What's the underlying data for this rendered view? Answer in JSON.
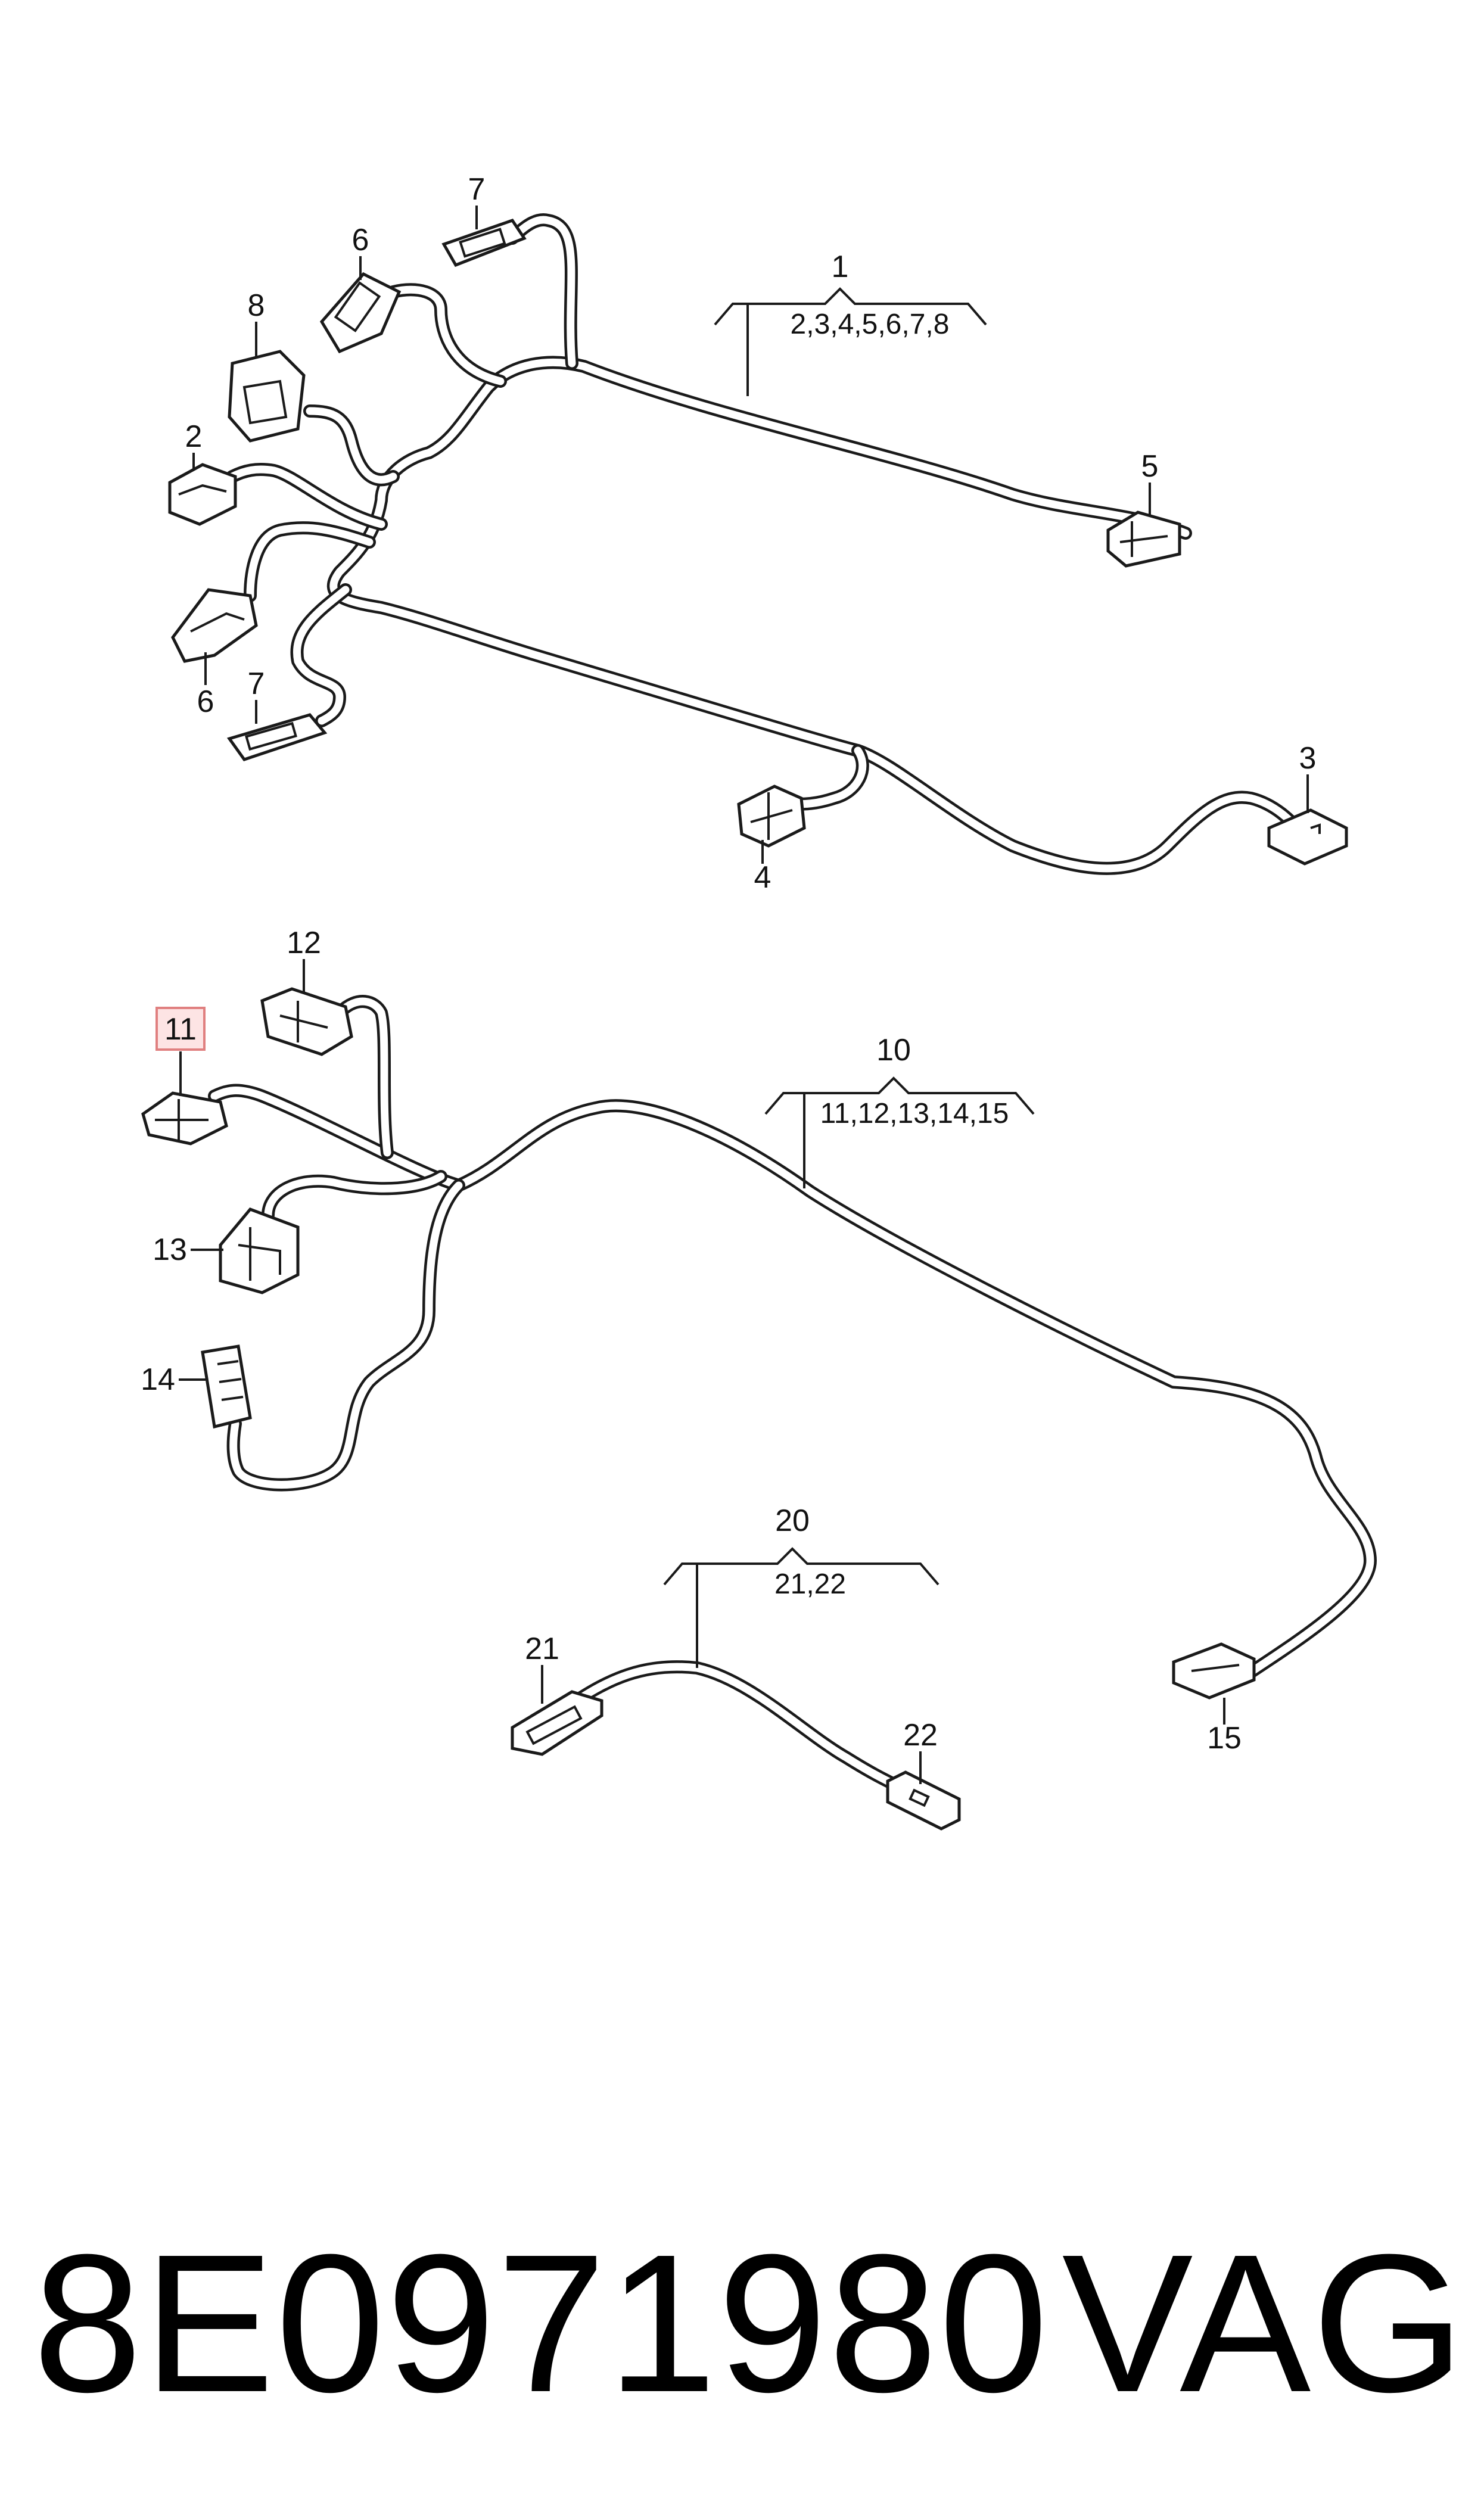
{
  "callouts": {
    "c1": "1",
    "c1_items": "2,3,4,5,6,7,8",
    "c2": "2",
    "c3": "3",
    "c4": "4",
    "c5": "5",
    "c6a": "6",
    "c6b": "6",
    "c7a": "7",
    "c7b": "7",
    "c8": "8",
    "c10": "10",
    "c10_items": "11,12,13,14,15",
    "c11": "11",
    "c12": "12",
    "c13": "13",
    "c14": "14",
    "c15": "15",
    "c20": "20",
    "c20_items": "21,22",
    "c21": "21",
    "c22": "22"
  },
  "highlight_color": "#fde4e4",
  "footer": {
    "part_number": "8E0971980",
    "brand": "VAG"
  }
}
